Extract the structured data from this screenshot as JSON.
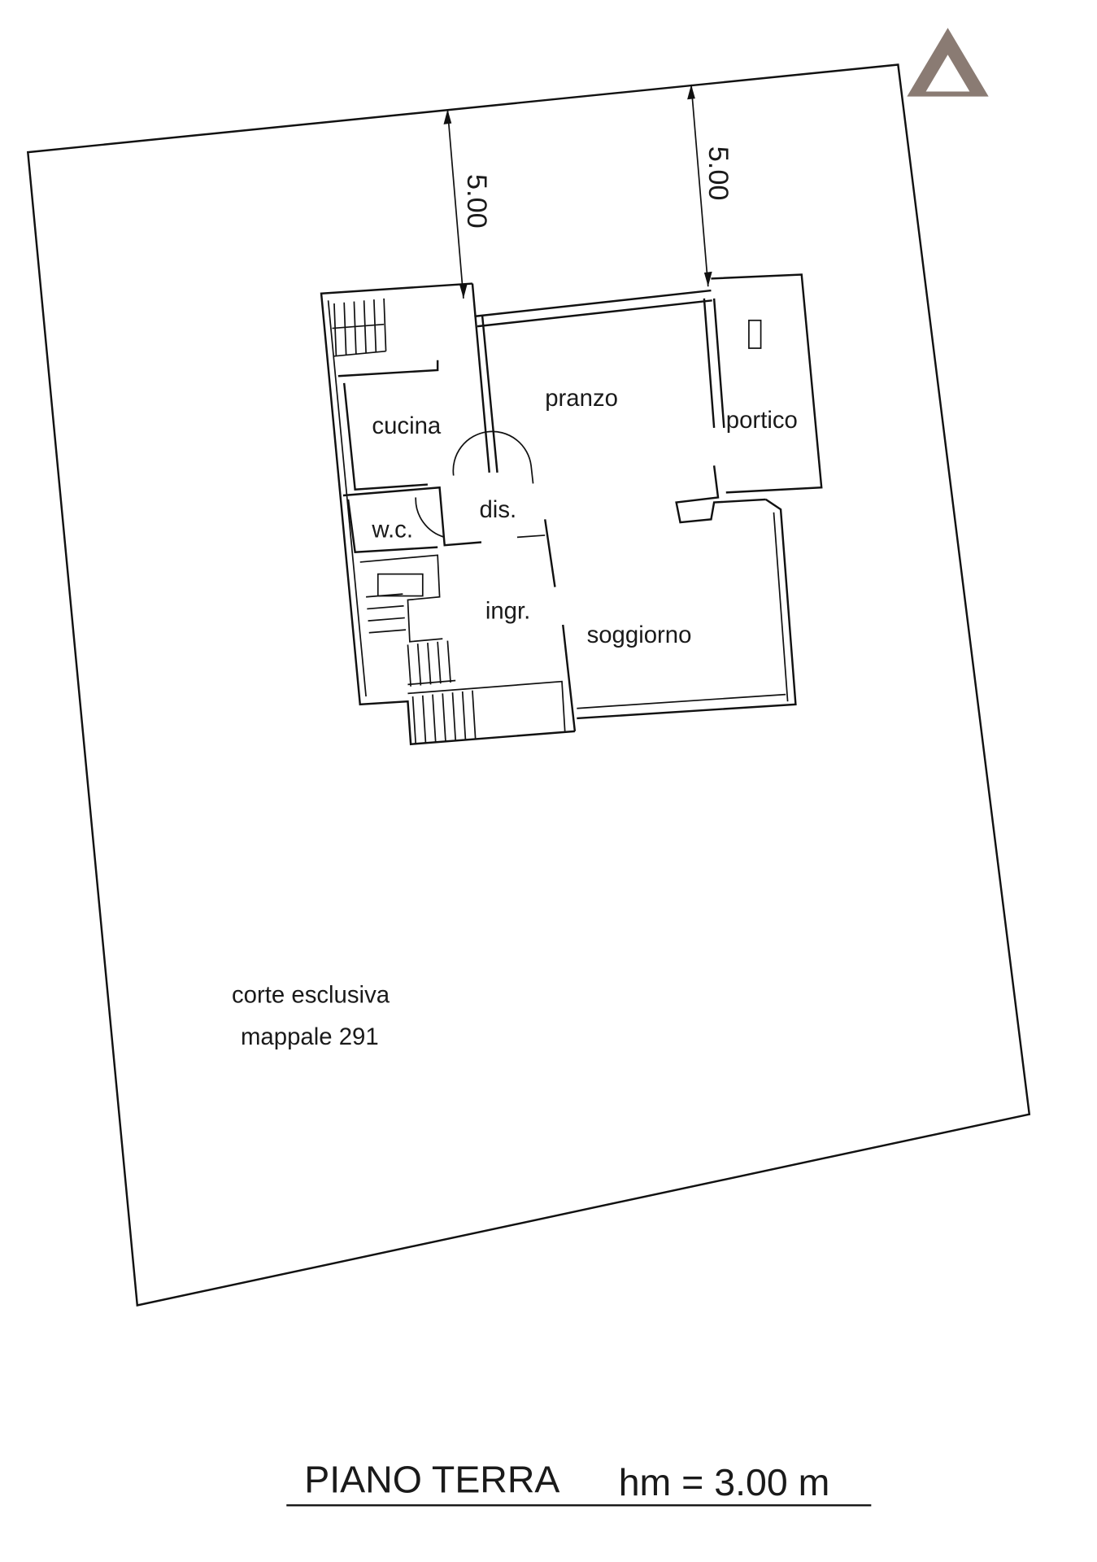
{
  "plan": {
    "dimensions": [
      "5.00",
      "5.00"
    ],
    "rooms": {
      "cucina": "cucina",
      "pranzo": "pranzo",
      "portico": "portico",
      "dis": "dis.",
      "wc": "w.c.",
      "ingr": "ingr.",
      "soggiorno": "soggiorno"
    },
    "yard_label": "corte esclusiva",
    "parcel_label": "mappale 291",
    "title": "PIANO TERRA",
    "height_label": "hm = 3.00 m"
  },
  "colors": {
    "logo": "#8a7b73",
    "ink": "#111111"
  }
}
